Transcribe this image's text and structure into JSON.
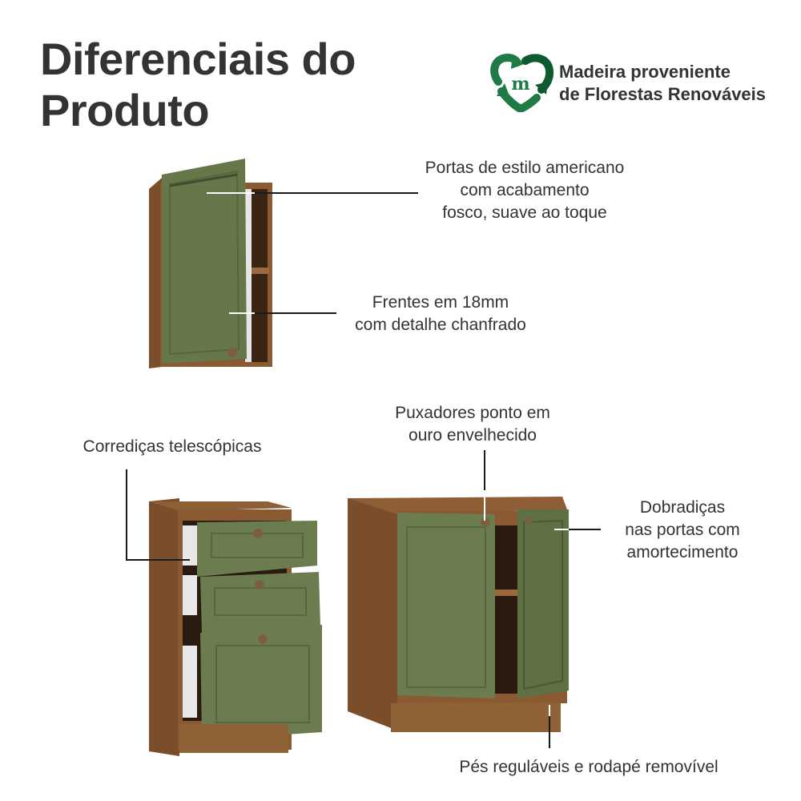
{
  "title": {
    "line1": "Diferenciais do",
    "line2": "Produto"
  },
  "badge": {
    "icon": "recycle-heart-m-icon",
    "line1": "Madeira proveniente",
    "line2": "de Florestas Renováveis",
    "color": "#1f7a45"
  },
  "colors": {
    "green_front": "#6b7d4e",
    "wood": "#8a5a32",
    "text": "#333333",
    "leader": "#1a1a1a"
  },
  "callouts": [
    {
      "id": "doors",
      "lines": [
        "Portas de estilo americano",
        "com acabamento",
        "fosco, suave ao toque"
      ]
    },
    {
      "id": "fronts",
      "lines": [
        "Frentes em 18mm",
        "com detalhe chanfrado"
      ]
    },
    {
      "id": "slides",
      "lines": [
        "Corrediças telescópicas"
      ]
    },
    {
      "id": "handles",
      "lines": [
        "Puxadores ponto em",
        "ouro envelhecido"
      ]
    },
    {
      "id": "hinges",
      "lines": [
        "Dobradiças",
        "nas portas com",
        "amortecimento"
      ]
    },
    {
      "id": "feet",
      "lines": [
        "Pés reguláveis e rodapé removível"
      ]
    }
  ],
  "products": [
    {
      "name": "wall-cabinet-1-door"
    },
    {
      "name": "drawer-base-cabinet-3-drawers"
    },
    {
      "name": "base-cabinet-2-doors"
    }
  ]
}
